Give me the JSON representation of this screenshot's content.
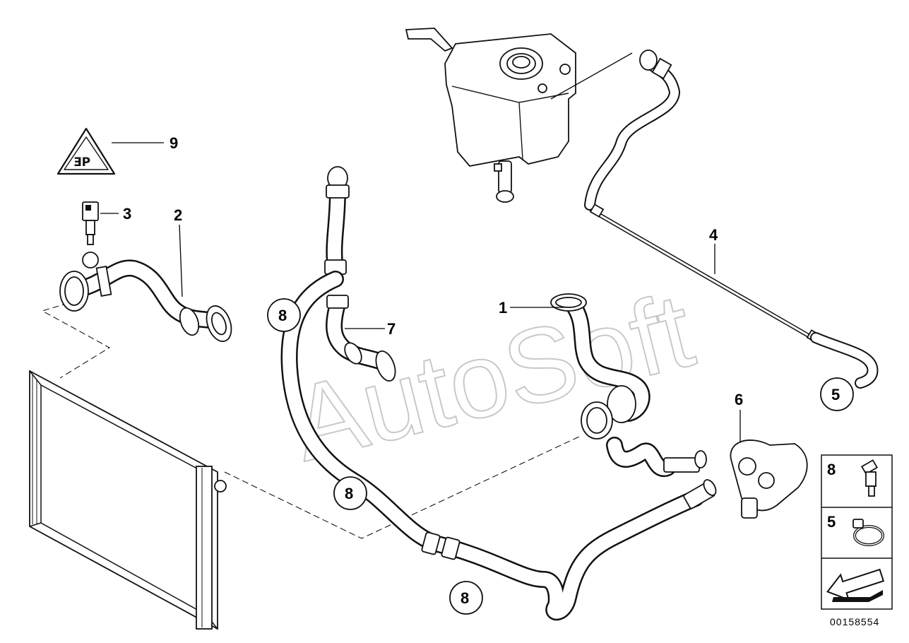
{
  "watermark": "AutoSoft",
  "diagram_id": "00158554",
  "callouts": {
    "c1": "1",
    "c2": "2",
    "c3": "3",
    "c4": "4",
    "c6": "6",
    "c7": "7",
    "c9": "9"
  },
  "circled": {
    "a": "8",
    "b": "8",
    "c": "8",
    "d": "5"
  },
  "legend": {
    "row1": "8",
    "row2": "5"
  }
}
